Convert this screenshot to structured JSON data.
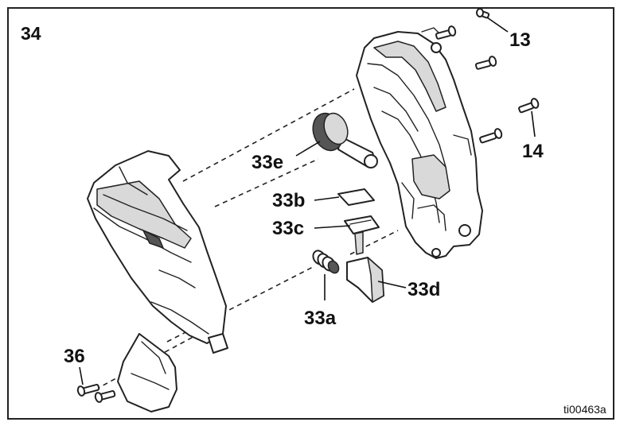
{
  "figure": {
    "number": "34",
    "code": "ti00463a"
  },
  "callouts": [
    {
      "id": "13",
      "label": "13"
    },
    {
      "id": "14",
      "label": "14"
    },
    {
      "id": "33e",
      "label": "33e"
    },
    {
      "id": "33b",
      "label": "33b"
    },
    {
      "id": "33c",
      "label": "33c"
    },
    {
      "id": "33d",
      "label": "33d"
    },
    {
      "id": "33a",
      "label": "33a"
    },
    {
      "id": "36",
      "label": "36"
    }
  ]
}
